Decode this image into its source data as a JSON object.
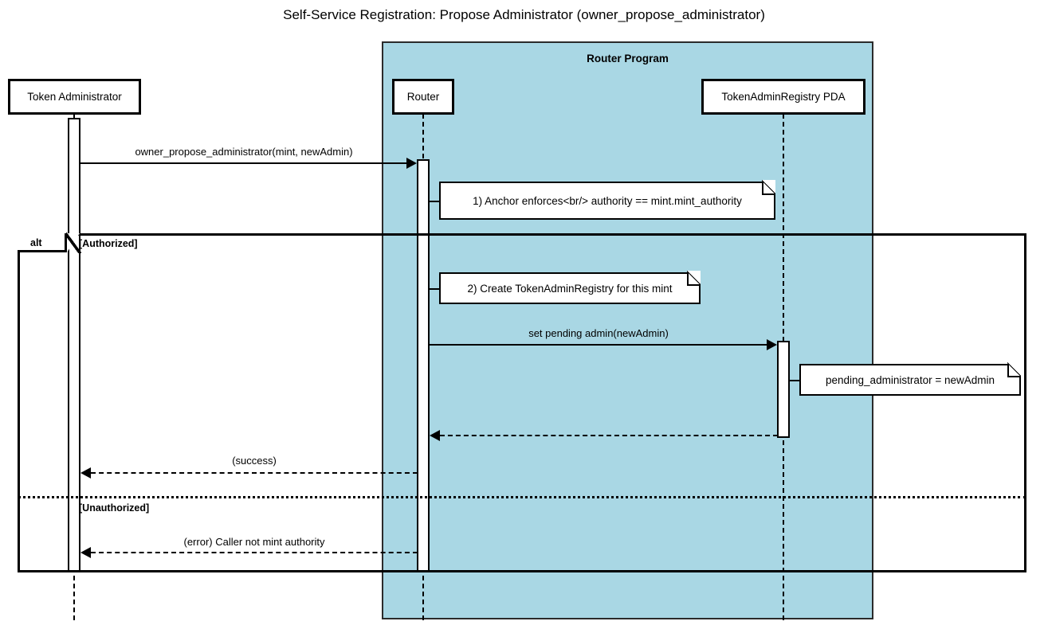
{
  "diagram": {
    "title": "Self-Service Registration: Propose Administrator (owner_propose_administrator)",
    "type": "sequence-diagram"
  },
  "group": {
    "label": "Router Program",
    "fill_color": "#a9d7e4",
    "border_color": "#2b2b2b"
  },
  "participants": [
    {
      "id": "token-administrator",
      "label": "Token Administrator"
    },
    {
      "id": "router",
      "label": "Router"
    },
    {
      "id": "token-admin-registry-pda",
      "label": "TokenAdminRegistry PDA"
    }
  ],
  "messages": [
    {
      "id": "owner-propose-administrator",
      "label": "owner_propose_administrator(mint, newAdmin)",
      "from": "token-administrator",
      "to": "router",
      "style": "solid",
      "direction": "right"
    },
    {
      "id": "set-pending-admin",
      "label": "set pending admin(newAdmin)",
      "from": "router",
      "to": "token-admin-registry-pda",
      "style": "solid",
      "direction": "right"
    },
    {
      "id": "pda-return",
      "label": "",
      "from": "token-admin-registry-pda",
      "to": "router",
      "style": "dashed",
      "direction": "left"
    },
    {
      "id": "success-return",
      "label": "(success)",
      "from": "router",
      "to": "token-administrator",
      "style": "dashed",
      "direction": "left"
    },
    {
      "id": "error-return",
      "label": "(error) Caller not mint authority",
      "from": "router",
      "to": "token-administrator",
      "style": "dashed",
      "direction": "left"
    }
  ],
  "notes": [
    {
      "id": "note-anchor-enforces",
      "text": "1) Anchor enforces<br/> authority == mint.mint_authority",
      "attached_to": "router"
    },
    {
      "id": "note-create-registry",
      "text": "2) Create TokenAdminRegistry for this mint",
      "attached_to": "router"
    },
    {
      "id": "note-pending-administrator",
      "text": "pending_administrator = newAdmin",
      "attached_to": "token-admin-registry-pda"
    }
  ],
  "fragment": {
    "operator": "alt",
    "branches": [
      {
        "guard": "[Authorized]"
      },
      {
        "guard": "[Unauthorized]"
      }
    ]
  }
}
